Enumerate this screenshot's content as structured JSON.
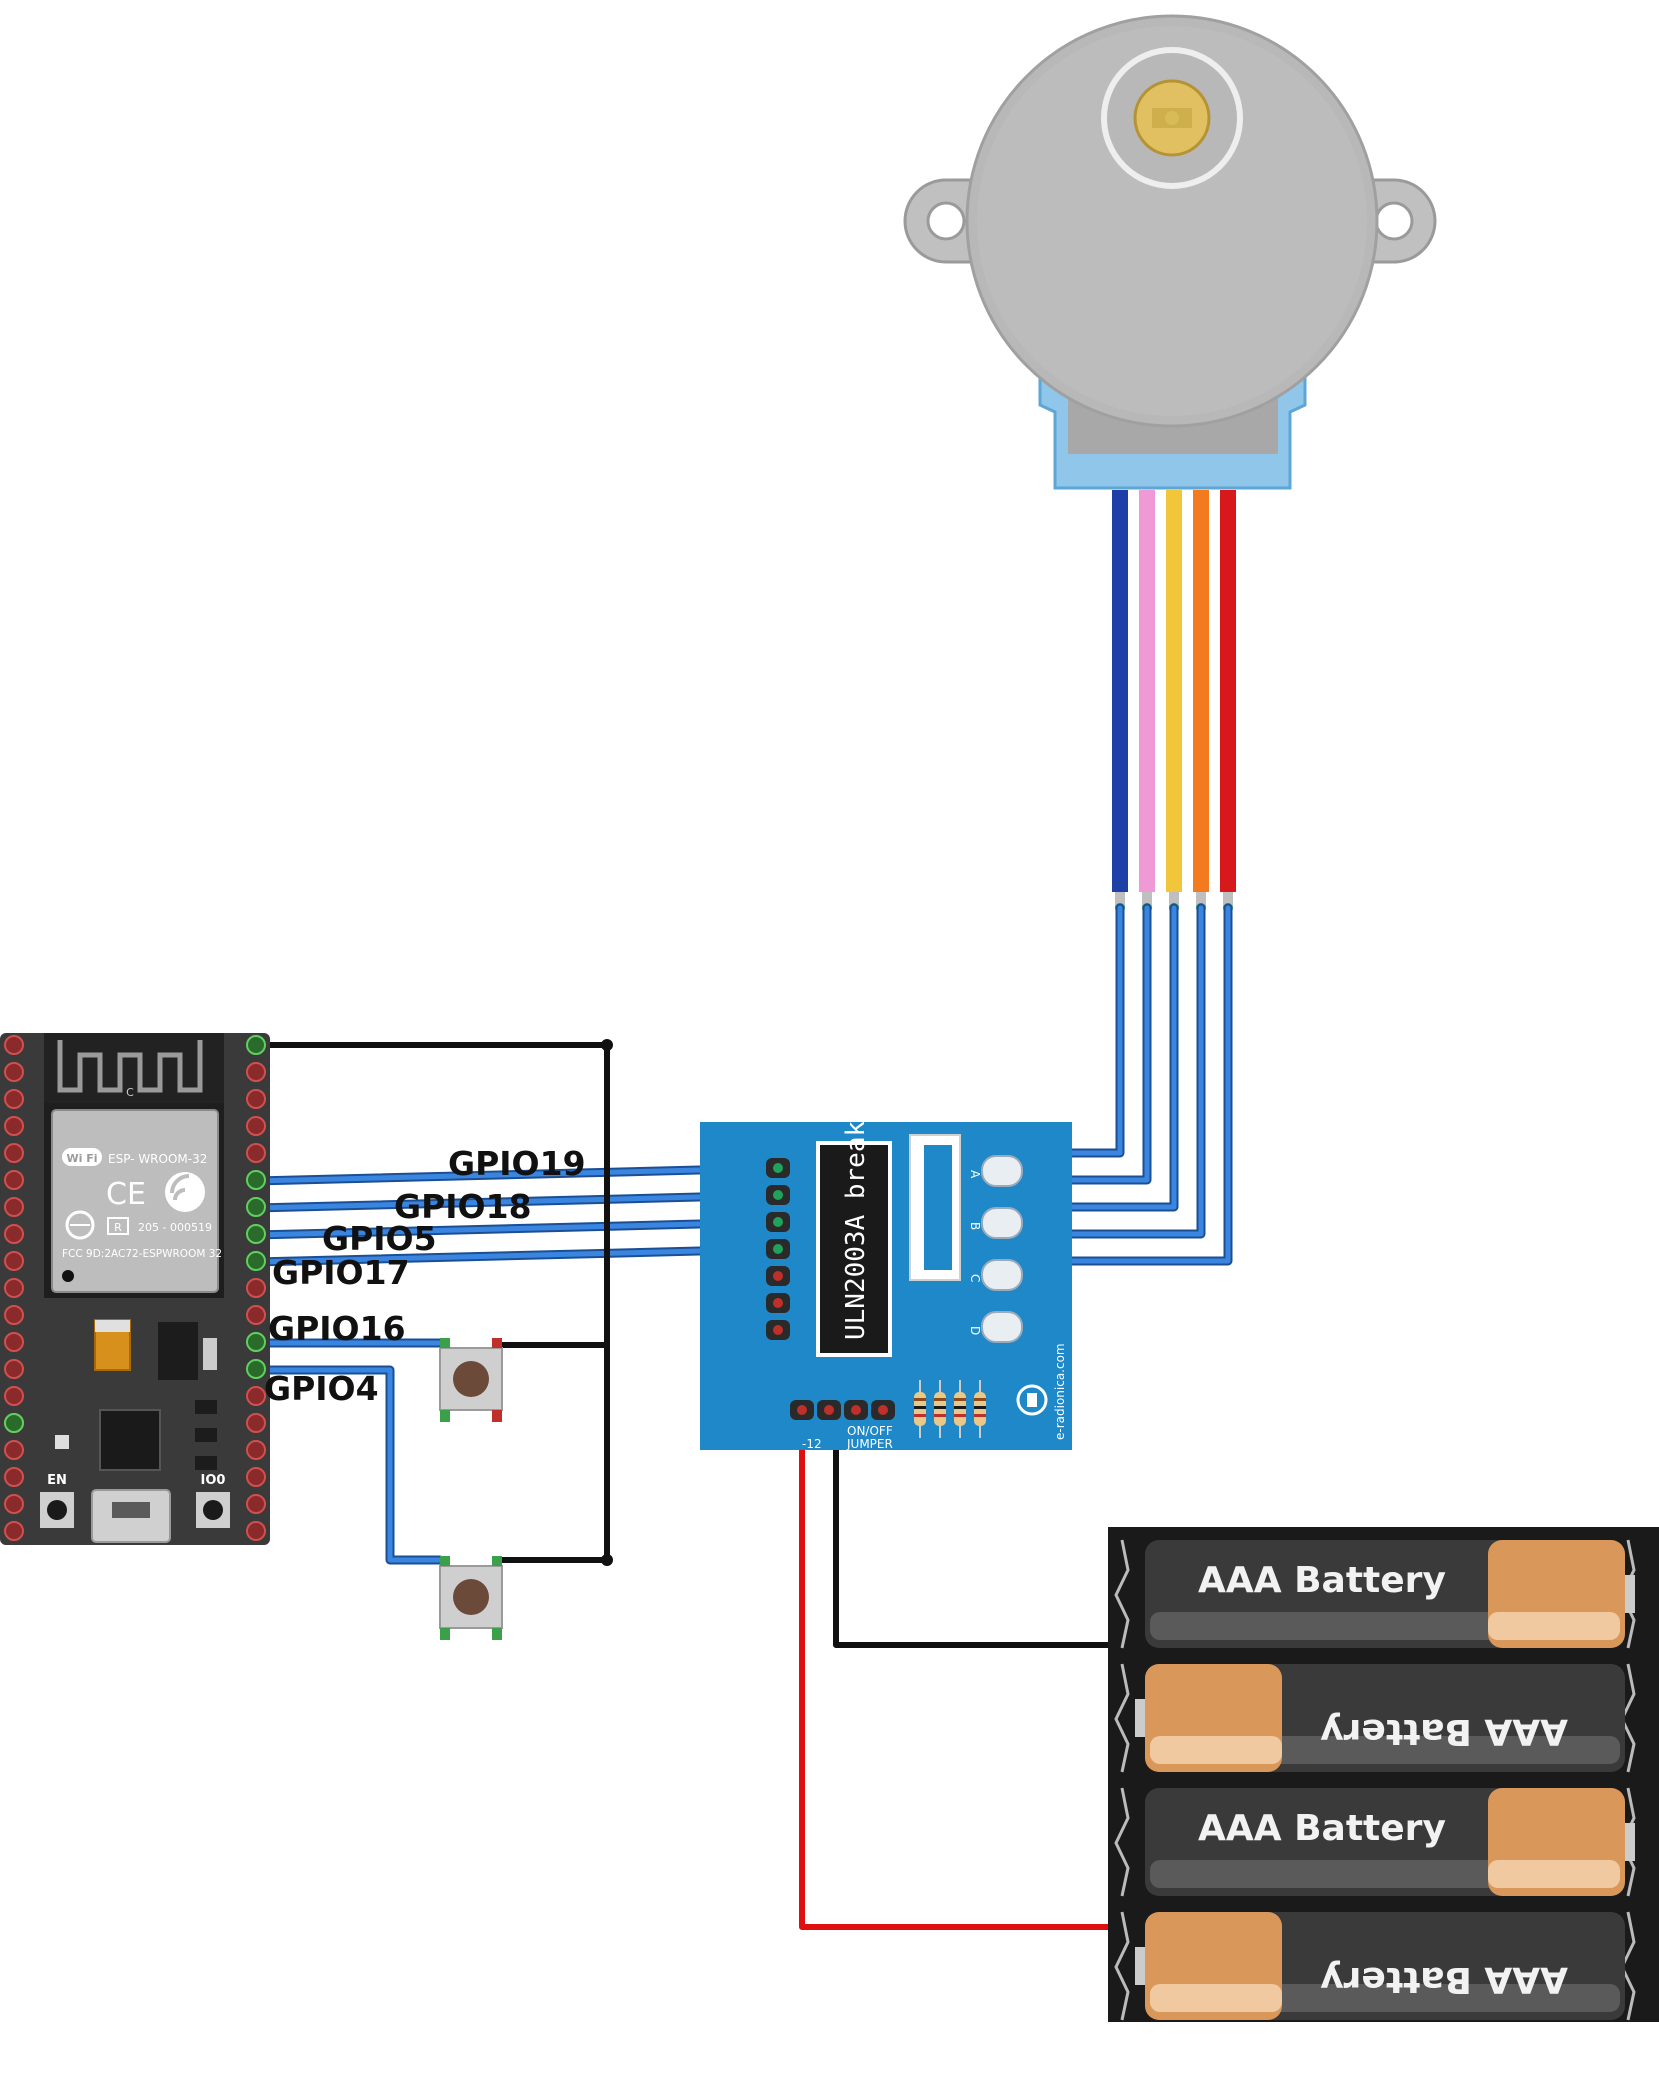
{
  "diagram": {
    "gpio_labels": [
      "GPIO19",
      "GPIO18",
      "GPIO5",
      "GPIO17",
      "GPIO16",
      "GPIO4"
    ],
    "esp32": {
      "module_text": "ESP- WROOM-32",
      "wifi_text": "Wi Fi",
      "ce_text": "CE",
      "cert_text": "205 - 000519",
      "fcc_text": "FCC 9D:2AC72-ESPWROOM 32",
      "r_text": "R",
      "c_text": "C",
      "en_label": "EN",
      "io0_label": "IO0"
    },
    "driver": {
      "chip_label": "ULN2003A break",
      "led_labels": [
        "A",
        "B",
        "C",
        "D"
      ],
      "jumper_label_1": "ON/OFF",
      "jumper_label_2": "JUMPER",
      "power_label": "-12",
      "brand_text": "e-radionica.com"
    },
    "battery_labels": [
      "AAA Battery",
      "AAA Battery",
      "AAA Battery",
      "AAA Battery"
    ],
    "motor_wire_colors": [
      "#1f3fa8",
      "#ef9ad6",
      "#f2c63a",
      "#f47a20",
      "#d8191c"
    ],
    "colors": {
      "signal_wire": "#2f6fc8",
      "ground_wire": "#111111",
      "power_wire": "#e01010",
      "board_blue": "#1e88c9",
      "esp_board": "#3a3a3a"
    }
  }
}
